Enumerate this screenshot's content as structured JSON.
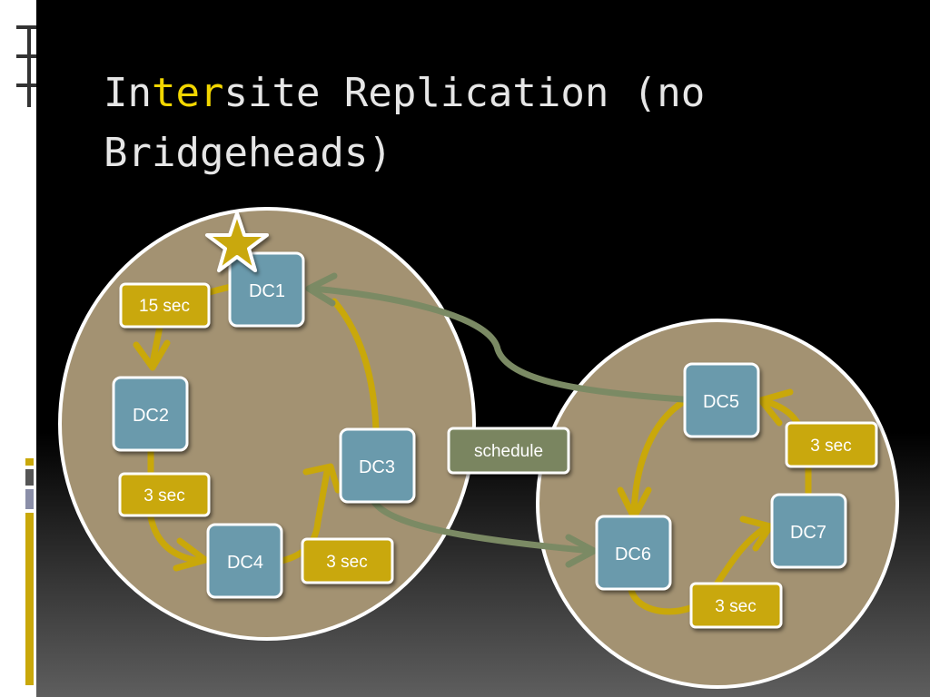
{
  "slide": {
    "title_parts": [
      "In",
      "ter",
      "site Replication (no"
    ],
    "title_line2": "Bridgeheads)"
  },
  "colors": {
    "site_fill": "#a39272",
    "site_stroke": "#ffffff",
    "dc_fill": "#6a9aac",
    "timer_fill": "#c9a80a",
    "yellow_arrow": "#c9a80a",
    "green_arrow": "#7b8a64",
    "schedule_fill": "#7a8560",
    "title_accent": "#f2d600"
  },
  "diagram": {
    "site1": {
      "dcs": [
        "DC1",
        "DC2",
        "DC3",
        "DC4"
      ],
      "timers": [
        "15 sec",
        "3 sec",
        "3 sec"
      ],
      "bridgehead_icon": "star-icon"
    },
    "site2": {
      "dcs": [
        "DC5",
        "DC6",
        "DC7"
      ],
      "timers": [
        "3 sec",
        "3 sec"
      ]
    },
    "link_label": "schedule"
  }
}
